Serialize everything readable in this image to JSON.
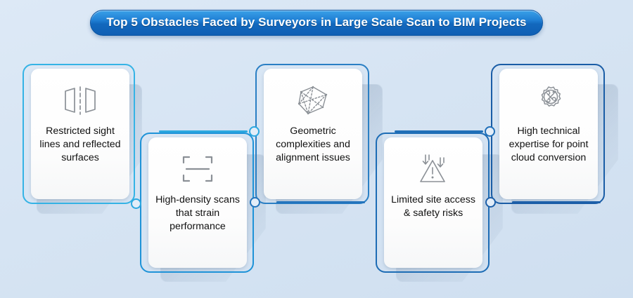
{
  "header": {
    "title": "Top 5 Obstacles Faced by Surveyors in Large Scale Scan to BIM Projects",
    "pill_color_top": "#3aa0e8",
    "pill_color_bottom": "#0f5fb4",
    "text_color": "#ffffff"
  },
  "background": {
    "color": "#d9e6f4"
  },
  "cards": [
    {
      "index": "1",
      "text": "Restricted sight lines and reflected surfaces",
      "icon": "mirror-reflection-icon",
      "accent": "#35b3e5",
      "position": "top"
    },
    {
      "index": "2",
      "text": "High-density scans that strain performance",
      "icon": "scan-frame-icon",
      "accent": "#1f93d8",
      "position": "bottom"
    },
    {
      "index": "3",
      "text": "Geometric complexities and alignment issues",
      "icon": "polyhedron-mesh-icon",
      "accent": "#2a7fc4",
      "position": "top"
    },
    {
      "index": "4",
      "text": "Limited site access & safety risks",
      "icon": "warning-triangle-icon",
      "accent": "#1d6cb5",
      "position": "bottom"
    },
    {
      "index": "5",
      "text": "High technical expertise for point cloud conversion",
      "icon": "gear-tools-icon",
      "accent": "#1a5da6",
      "position": "top"
    }
  ],
  "connectors": [
    {
      "from": "1",
      "to": "2",
      "color": "#2ca8e0"
    },
    {
      "from": "2",
      "to": "3",
      "color": "#1f8fd4"
    },
    {
      "from": "3",
      "to": "4",
      "color": "#2374bd"
    },
    {
      "from": "4",
      "to": "5",
      "color": "#1c5fa9"
    }
  ]
}
